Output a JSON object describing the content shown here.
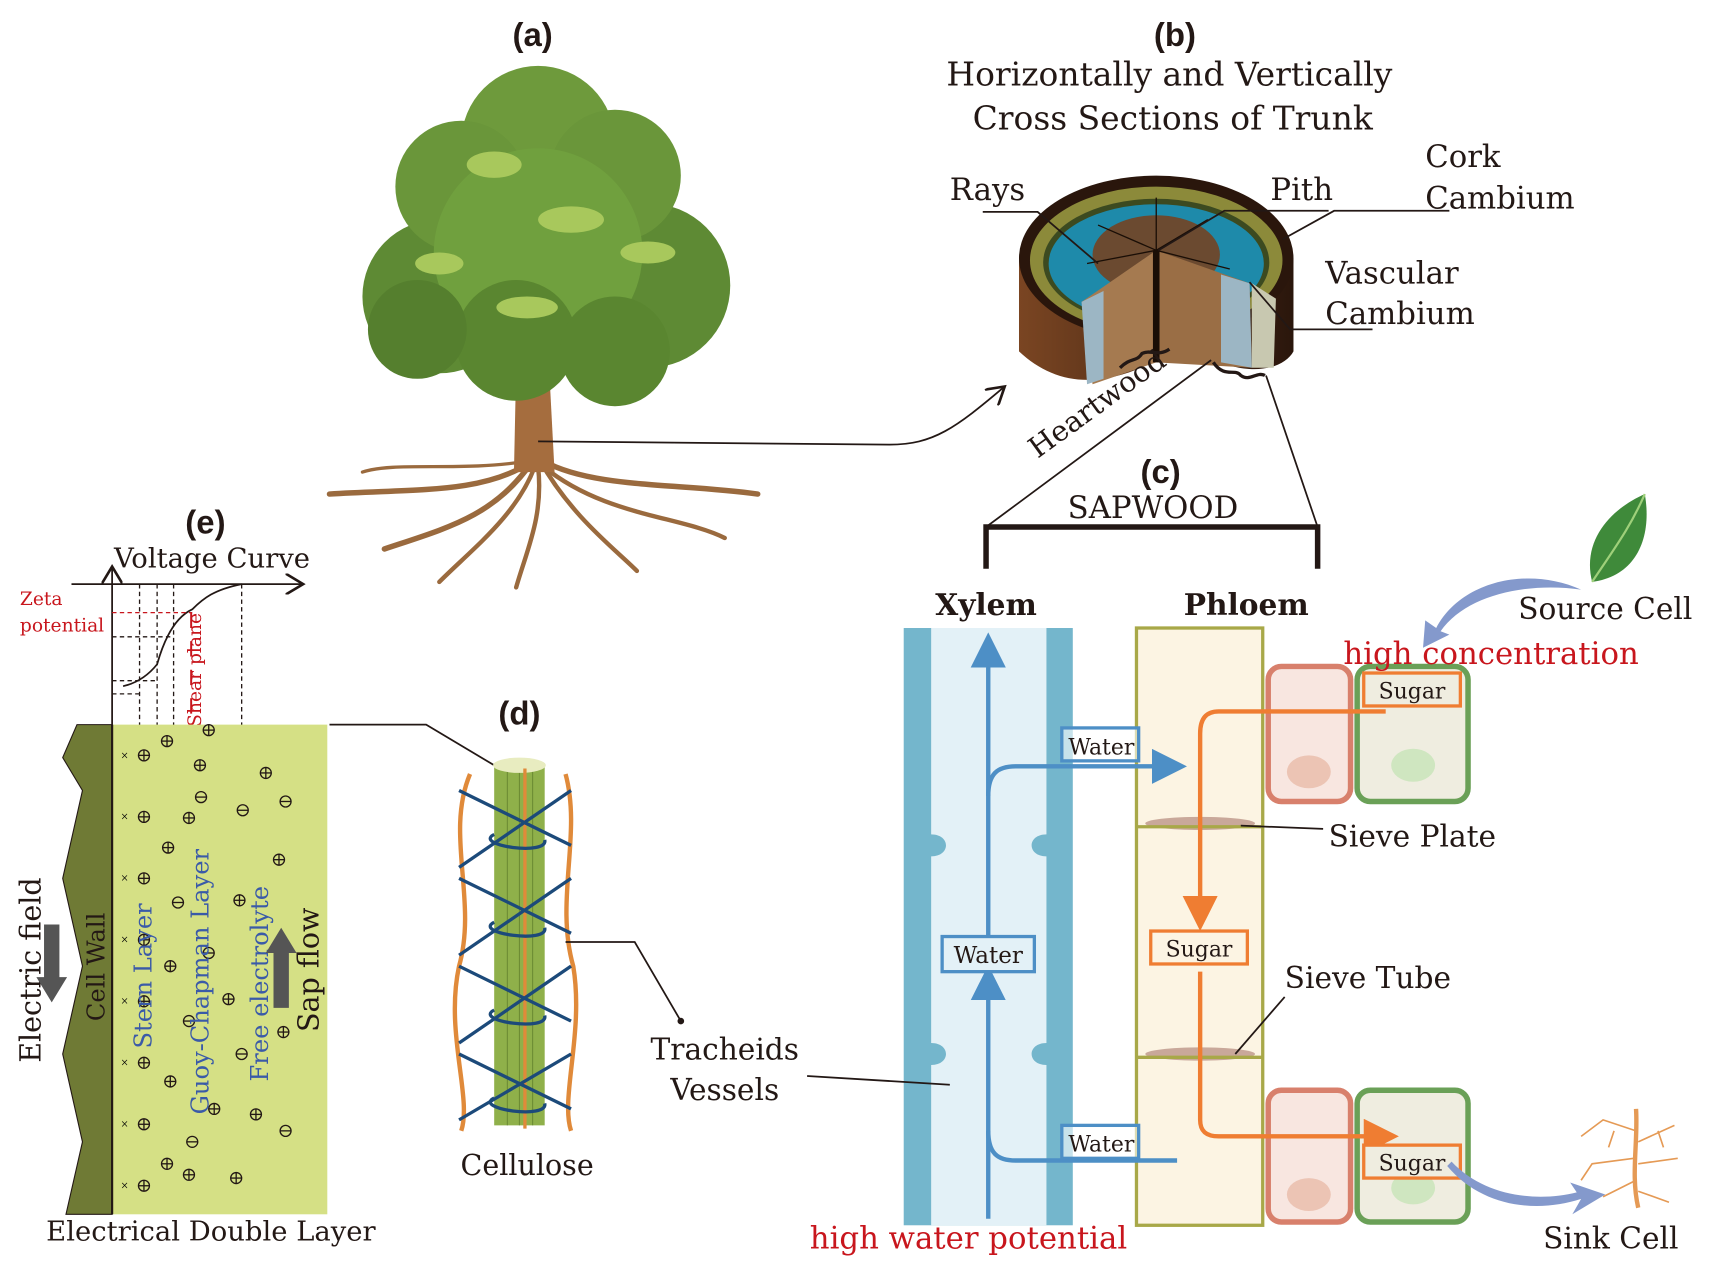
{
  "panels": {
    "a": {
      "label": "(a)"
    },
    "b": {
      "label": "(b)",
      "title_line1": "Horizontally and Vertically",
      "title_line2": "Cross Sections of Trunk",
      "rays": "Rays",
      "pith": "Pith",
      "cork_1": "Cork",
      "cork_2": "Cambium",
      "vascular_1": "Vascular",
      "vascular_2": "Cambium",
      "heartwood": "Heartwood"
    },
    "c": {
      "label": "(c)",
      "sapwood": "SAPWOOD",
      "xylem": "Xylem",
      "phloem": "Phloem",
      "water_top": "Water",
      "water_mid": "Water",
      "water_bottom": "Water",
      "sugar_top": "Sugar",
      "sugar_mid": "Sugar",
      "sugar_bottom": "Sugar",
      "sieve_plate": "Sieve Plate",
      "sieve_tube": "Sieve Tube",
      "source_cell": "Source Cell",
      "high_concentration": "high concentration",
      "high_water_potential": "high water potential",
      "sink_cell": "Sink Cell",
      "tracheids": "Tracheids",
      "vessels": "Vessels"
    },
    "d": {
      "label": "(d)",
      "cellulose": "Cellulose"
    },
    "e": {
      "label": "(e)",
      "voltage_curve": "Voltage Curve",
      "zeta_1": "Zeta",
      "zeta_2": "potential",
      "shear_plane": "Shear plane",
      "electric_field": "Electric field",
      "cell_wall": "Cell Wall",
      "stern_layer": "Stern Layer",
      "guoy_chapman": "Guoy-Chapman Layer",
      "free_electrolyte": "Free electrolyte",
      "sap_flow": "Sap flow",
      "edl": "Electrical Double Layer"
    }
  },
  "colors": {
    "xylem": "#74b6cc",
    "phloem": "#fcf4e3",
    "sugar": "#ef7d32",
    "water": "#4d8fc6",
    "edl": "#d5e085",
    "cell_wall": "#6f7a35",
    "red_text": "#c8161d"
  }
}
